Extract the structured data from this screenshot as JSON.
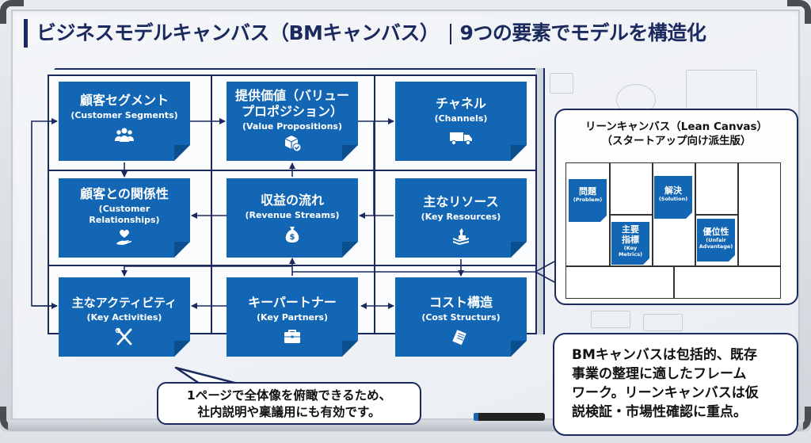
{
  "title": {
    "main": "ビジネスモデルキャンバス（BMキャンバス）",
    "sub": "9つの要素でモデルを構造化"
  },
  "bm_canvas": {
    "blocks": [
      {
        "jp": "顧客セグメント",
        "en": "(Customer Segments)",
        "icon": "users-icon"
      },
      {
        "jp": "提供価値（バリュー",
        "jp2": "プロポジション）",
        "en": "(Value Propositions)",
        "icon": "box-check-icon"
      },
      {
        "jp": "チャネル",
        "en": "(Channels)",
        "icon": "truck-icon"
      },
      {
        "jp": "顧客との関係性",
        "en": "(Customer",
        "en2": "Relationships)",
        "icon": "heart-hand-icon"
      },
      {
        "jp": "収益の流れ",
        "en": "(Revenue Streams)",
        "icon": "money-bag-icon"
      },
      {
        "jp": "主なリソース",
        "en": "(Key Resources)",
        "icon": "resources-icon"
      },
      {
        "jp": "主なアクティビティ",
        "en": "(Key Activities)",
        "icon": "tools-icon"
      },
      {
        "jp": "キーパートナー",
        "en": "(Key Partners)",
        "icon": "briefcase-icon"
      },
      {
        "jp": "コスト構造",
        "en": "(Cost Structurs)",
        "icon": "document-icon"
      }
    ]
  },
  "lean_canvas": {
    "title_line1": "リーンキャンバス（Lean Canvas）",
    "title_line2": "（スタートアップ向け派生版）",
    "cards": [
      {
        "jp": "問題",
        "en": "(Problem)"
      },
      {
        "jp1": "主要",
        "jp2": "指標",
        "en1": "(Key",
        "en2": "Metrics)"
      },
      {
        "jp": "解決",
        "en": "(Solution)"
      },
      {
        "jp": "優位性",
        "en1": "(Unfair",
        "en2": "Advantage)"
      }
    ]
  },
  "callouts": {
    "left": [
      "1ページで全体像を俯瞰できるため、",
      "社内説明や稟議用にも有効です。"
    ],
    "right": [
      "BMキャンバスは包括的、既存",
      "事業の整理に適したフレーム",
      "ワーク。リーンキャンバスは仮",
      "説検証・市場性確認に重点。"
    ]
  },
  "colors": {
    "card_blue": "#1366b3",
    "navy": "#1a2a5e",
    "board": "#f1f4f7"
  }
}
